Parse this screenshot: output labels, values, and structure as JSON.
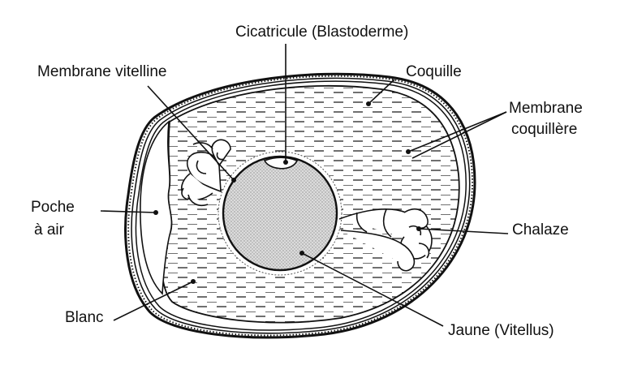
{
  "labels": {
    "cicatricule": "Cicatricule (Blastoderme)",
    "membrane_vitelline": "Membrane vitelline",
    "coquille": "Coquille",
    "membrane_coquillere_1": "Membrane",
    "membrane_coquillere_2": "coquillère",
    "poche_air_1": "Poche",
    "poche_air_2": "à air",
    "chalaze": "Chalaze",
    "blanc": "Blanc",
    "jaune": "Jaune (Vitellus)"
  },
  "colors": {
    "line": "#111111",
    "yolk": "#d6d6d6",
    "background": "#ffffff"
  }
}
